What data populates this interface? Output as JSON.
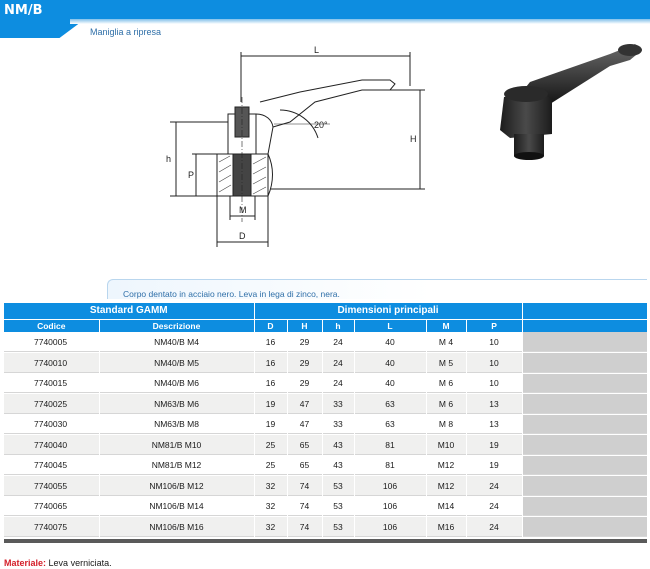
{
  "header": {
    "title": "NM/B",
    "subtitle": "Maniglia a ripresa"
  },
  "drawing": {
    "labels": {
      "L": "L",
      "H": "H",
      "h": "h",
      "P": "P",
      "M": "M",
      "D": "D",
      "angle": "20°"
    }
  },
  "photo": {
    "icon": "adjustable-handle-photo"
  },
  "note": "Corpo dentato in acciaio nero. Leva in lega di zinco, nera.",
  "table": {
    "group_headers": [
      "Standard GAMM",
      "Dimensioni principali"
    ],
    "columns": [
      "Codice",
      "Descrizione",
      "D",
      "H",
      "h",
      "L",
      "M",
      "P"
    ],
    "rows": [
      [
        "7740005",
        "NM40/B M4",
        "16",
        "29",
        "24",
        "40",
        "M 4",
        "10"
      ],
      [
        "7740010",
        "NM40/B M5",
        "16",
        "29",
        "24",
        "40",
        "M 5",
        "10"
      ],
      [
        "7740015",
        "NM40/B M6",
        "16",
        "29",
        "24",
        "40",
        "M 6",
        "10"
      ],
      [
        "7740025",
        "NM63/B M6",
        "19",
        "47",
        "33",
        "63",
        "M 6",
        "13"
      ],
      [
        "7740030",
        "NM63/B M8",
        "19",
        "47",
        "33",
        "63",
        "M 8",
        "13"
      ],
      [
        "7740040",
        "NM81/B M10",
        "25",
        "65",
        "43",
        "81",
        "M10",
        "19"
      ],
      [
        "7740045",
        "NM81/B M12",
        "25",
        "65",
        "43",
        "81",
        "M12",
        "19"
      ],
      [
        "7740055",
        "NM106/B M12",
        "32",
        "74",
        "53",
        "106",
        "M12",
        "24"
      ],
      [
        "7740065",
        "NM106/B M14",
        "32",
        "74",
        "53",
        "106",
        "M14",
        "24"
      ],
      [
        "7740075",
        "NM106/B M16",
        "32",
        "74",
        "53",
        "106",
        "M16",
        "24"
      ]
    ]
  },
  "material": {
    "label": "Materiale:",
    "value": "Leva verniciata."
  }
}
